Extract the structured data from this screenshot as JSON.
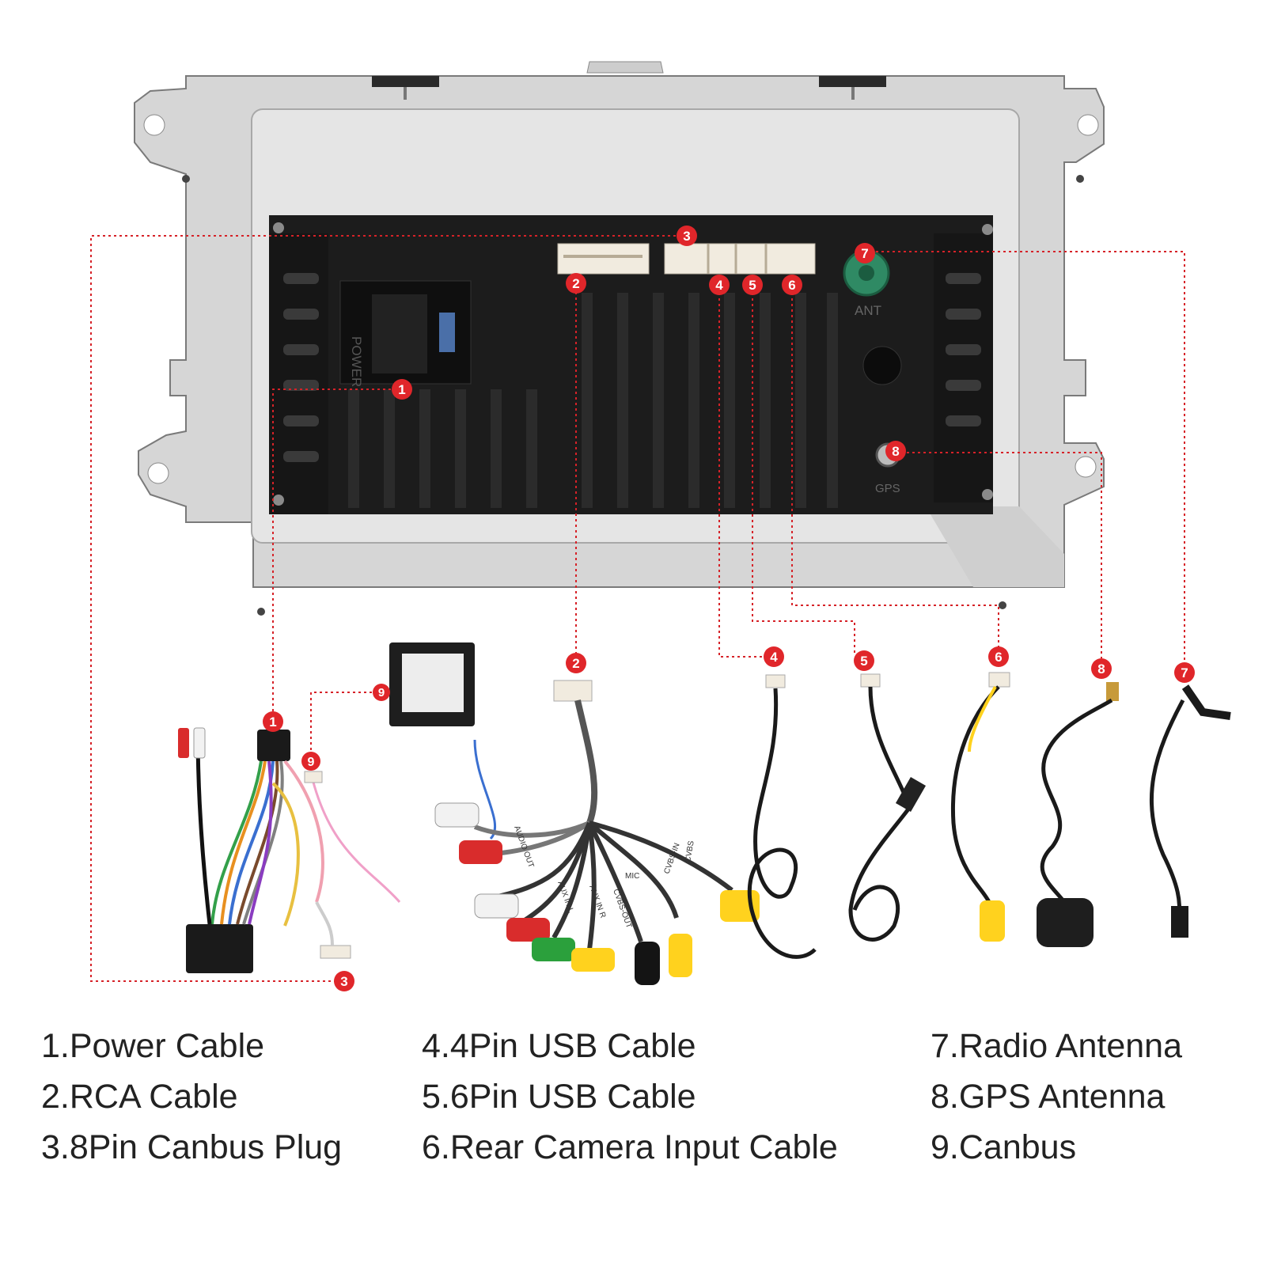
{
  "colors": {
    "callout_red": "#e0262a",
    "leader_line": "#d62228",
    "bracket_grey": "#d4d4d4",
    "unit_black": "#1c1c1c",
    "connector_cream": "#f1ebdf",
    "antenna_green": "#2f8a64",
    "rca_white": "#f2f2f2",
    "rca_red": "#d92c2c",
    "rca_yellow": "#ffd21e",
    "rca_green": "#2ba03c"
  },
  "unit_labels": {
    "power": "POWER",
    "ant": "ANT",
    "gps": "GPS"
  },
  "cable_tags": {
    "audio_out": "AUDIO OUT",
    "mic": "MIC",
    "aux_in_l": "AUX IN L",
    "aux_in_r": "AUX IN R",
    "cvbs_out": "CVBS-OUT",
    "cvbs_in": "CVBS-IN",
    "cvbs": "CVBS"
  },
  "callouts": {
    "n1": "1",
    "n2": "2",
    "n3": "3",
    "n4": "4",
    "n5": "5",
    "n6": "6",
    "n7": "7",
    "n8": "8",
    "n9": "9"
  },
  "legend": {
    "col1": [
      "1.Power Cable",
      "2.RCA Cable",
      "3.8Pin Canbus Plug"
    ],
    "col2": [
      "4.4Pin USB Cable",
      "5.6Pin USB Cable",
      "6.Rear Camera Input Cable"
    ],
    "col3": [
      "7.Radio Antenna",
      "8.GPS Antenna",
      "9.Canbus"
    ]
  }
}
